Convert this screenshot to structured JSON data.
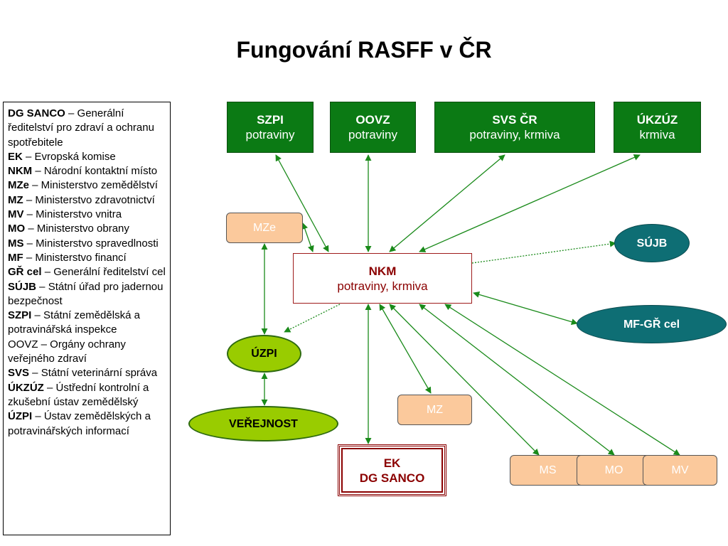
{
  "title": "Fungování RASFF v ČR",
  "legend": [
    {
      "abbr": "DG SANCO",
      "text": " – Generální ředitelství pro zdraví a ochranu spotřebitele"
    },
    {
      "abbr": "EK",
      "text": " – Evropská komise"
    },
    {
      "abbr": "NKM",
      "text": " – Národní kontaktní místo"
    },
    {
      "abbr": "MZe",
      "text": " – Ministerstvo zemědělství"
    },
    {
      "abbr": "MZ",
      "text": " – Ministerstvo zdravotnictví"
    },
    {
      "abbr": "MV",
      "text": " – Ministerstvo vnitra"
    },
    {
      "abbr": "MO",
      "text": " – Ministerstvo obrany"
    },
    {
      "abbr": "MS",
      "text": " – Ministerstvo spravedlnosti"
    },
    {
      "abbr": "MF",
      "text": " – Ministerstvo financí"
    },
    {
      "abbr": "GŘ cel",
      "text": " – Generální ředitelství cel"
    },
    {
      "abbr": "SÚJB",
      "text": " – Státní úřad pro jadernou bezpečnost"
    },
    {
      "abbr": "SZPI",
      "text": " – Státní zemědělská a potravinářská inspekce"
    },
    {
      "abbr": "",
      "text": "OOVZ – Orgány ochrany veřejného zdraví"
    },
    {
      "abbr": "SVS",
      "text": " – Státní veterinární správa"
    },
    {
      "abbr": "ÚKZÚZ",
      "text": " – Ústřední kontrolní a zkušební ústav zemědělský"
    },
    {
      "abbr": "ÚZPI",
      "text": " – Ústav zemědělských a potravinářských informací"
    }
  ],
  "nodes": {
    "szpi": {
      "line1": "SZPI",
      "line2": "potraviny"
    },
    "oovz": {
      "line1": "OOVZ",
      "line2": "potraviny"
    },
    "svs": {
      "line1": "SVS ČR",
      "line2": "potraviny, krmiva"
    },
    "ukzuz": {
      "line1": "ÚKZÚZ",
      "line2": "krmiva"
    },
    "mze": {
      "label": "MZe"
    },
    "sujb": {
      "label": "SÚJB"
    },
    "nkm": {
      "line1": "NKM",
      "line2": "potraviny, krmiva"
    },
    "mf": {
      "label": "MF-GŘ cel"
    },
    "uzpi": {
      "label": "ÚZPI"
    },
    "verejnost": {
      "label": "VEŘEJNOST"
    },
    "mz": {
      "label": "MZ"
    },
    "ek": {
      "line1": "EK",
      "line2": "DG SANCO"
    },
    "ms": {
      "label": "MS"
    },
    "mo": {
      "label": "MO"
    },
    "mv": {
      "label": "MV"
    }
  },
  "colors": {
    "green_box": "#0b7a14",
    "arrow": "#1a8a1a",
    "peach_box": "#fbc99c",
    "teal_ellipse": "#0e6e74",
    "lime_ellipse": "#99cc00",
    "nkm_text": "#8b0000"
  }
}
